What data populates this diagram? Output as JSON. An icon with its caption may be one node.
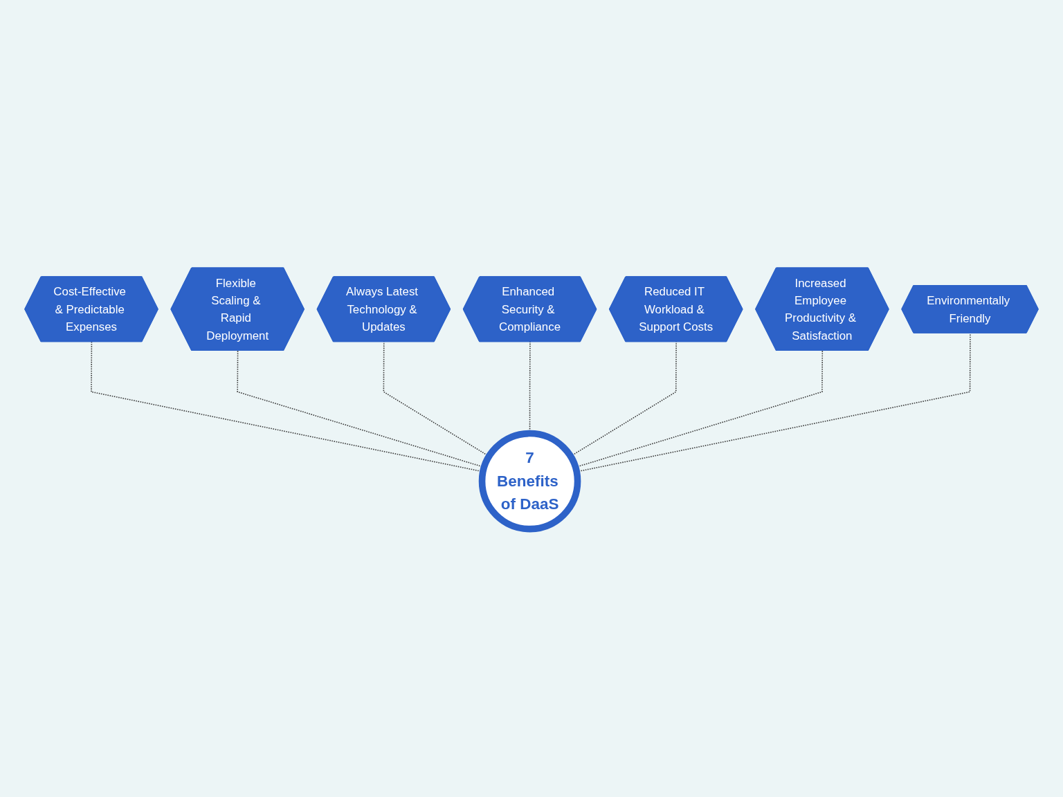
{
  "diagram": {
    "nodes": [
      {
        "text": [
          "7",
          "Benefits of DaaS"
        ]
      },
      {
        "text": [
          "Cost-Effective & Predictable Expenses"
        ]
      },
      {
        "text": [
          "Flexible Scaling & Rapid Deployment"
        ]
      },
      {
        "text": [
          "Always Latest Technology & Updates"
        ]
      },
      {
        "text": [
          "Enhanced Security & Compliance"
        ]
      },
      {
        "text": [
          "Reduced IT Workload & Support Costs"
        ]
      },
      {
        "text": [
          "Increased Employee Productivity & Satisfaction"
        ]
      },
      {
        "text": [
          "Environmentally Friendly"
        ]
      }
    ],
    "edges": [
      {
        "from": 0,
        "to": 1,
        "arrow": "none",
        "style": "dashed"
      },
      {
        "from": 0,
        "to": 2,
        "arrow": "none",
        "style": "dashed"
      },
      {
        "from": 0,
        "to": 3,
        "arrow": "none",
        "style": "dashed"
      },
      {
        "from": 0,
        "to": 4,
        "arrow": "none",
        "style": "dashed"
      },
      {
        "from": 0,
        "to": 5,
        "arrow": "none",
        "style": "dashed"
      },
      {
        "from": 0,
        "to": 6,
        "arrow": "none",
        "style": "dashed"
      },
      {
        "from": 0,
        "to": 7,
        "arrow": "none",
        "style": "dashed"
      }
    ]
  }
}
